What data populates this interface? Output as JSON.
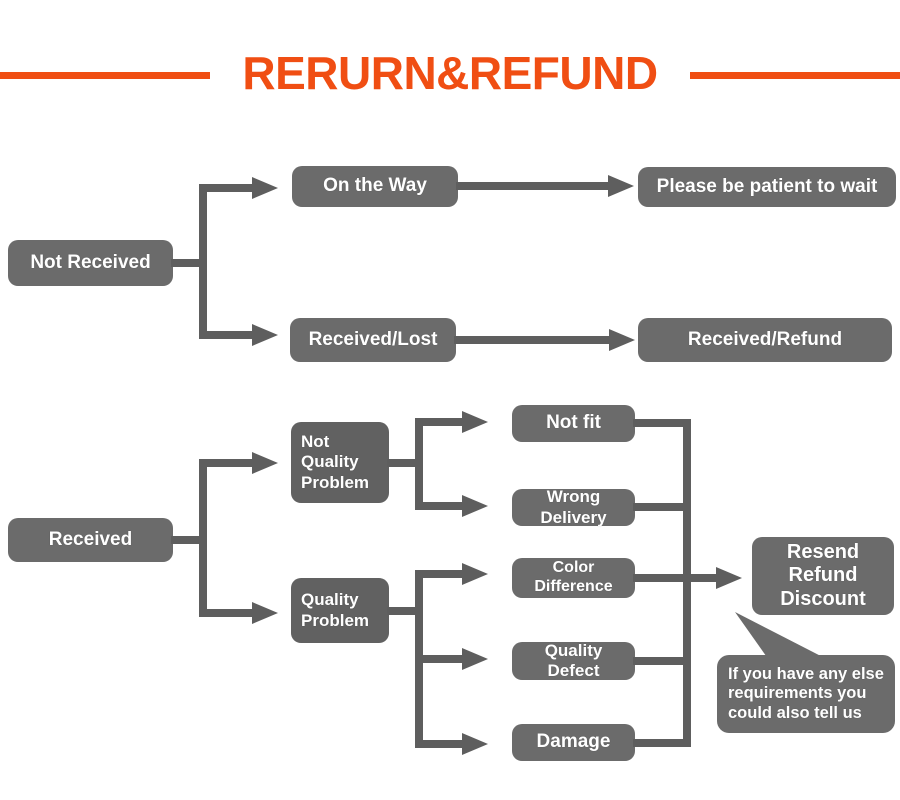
{
  "header": {
    "title": "RERURN&REFUND",
    "accent_color": "#F04E13",
    "rule_left_label": "decorative-rule-left",
    "rule_right_label": "decorative-rule-right"
  },
  "theme": {
    "node_fill": "#6B6B6B",
    "node_fill_dark": "#616161",
    "connector_color": "#5E5E5E",
    "node_text_color": "#FFFFFF",
    "background": "#FFFFFF"
  },
  "flow_not_received": {
    "root": "Not Received",
    "branches": [
      {
        "stage": "On the Way",
        "outcome": "Please be patient to wait"
      },
      {
        "stage": "Received/Lost",
        "outcome": "Received/Refund"
      }
    ]
  },
  "flow_received": {
    "root": "Received",
    "categories": [
      {
        "name": "Not Quality Problem",
        "name_lines": [
          "Not",
          "Quality",
          "Problem"
        ],
        "reasons": [
          "Not fit",
          "Wrong Delivery"
        ]
      },
      {
        "name": "Quality Problem",
        "name_lines": [
          "Quality",
          "Problem"
        ],
        "reasons": [
          "Color Difference",
          "Quality Defect",
          "Damage"
        ]
      }
    ],
    "resolution": {
      "lines": [
        "Resend",
        "Refund",
        "Discount"
      ],
      "text": "Resend Refund Discount"
    },
    "note": {
      "lines": [
        "If you have any else",
        "requirements you",
        "could also tell us"
      ],
      "text": "If you have any else requirements you could also tell us"
    }
  }
}
